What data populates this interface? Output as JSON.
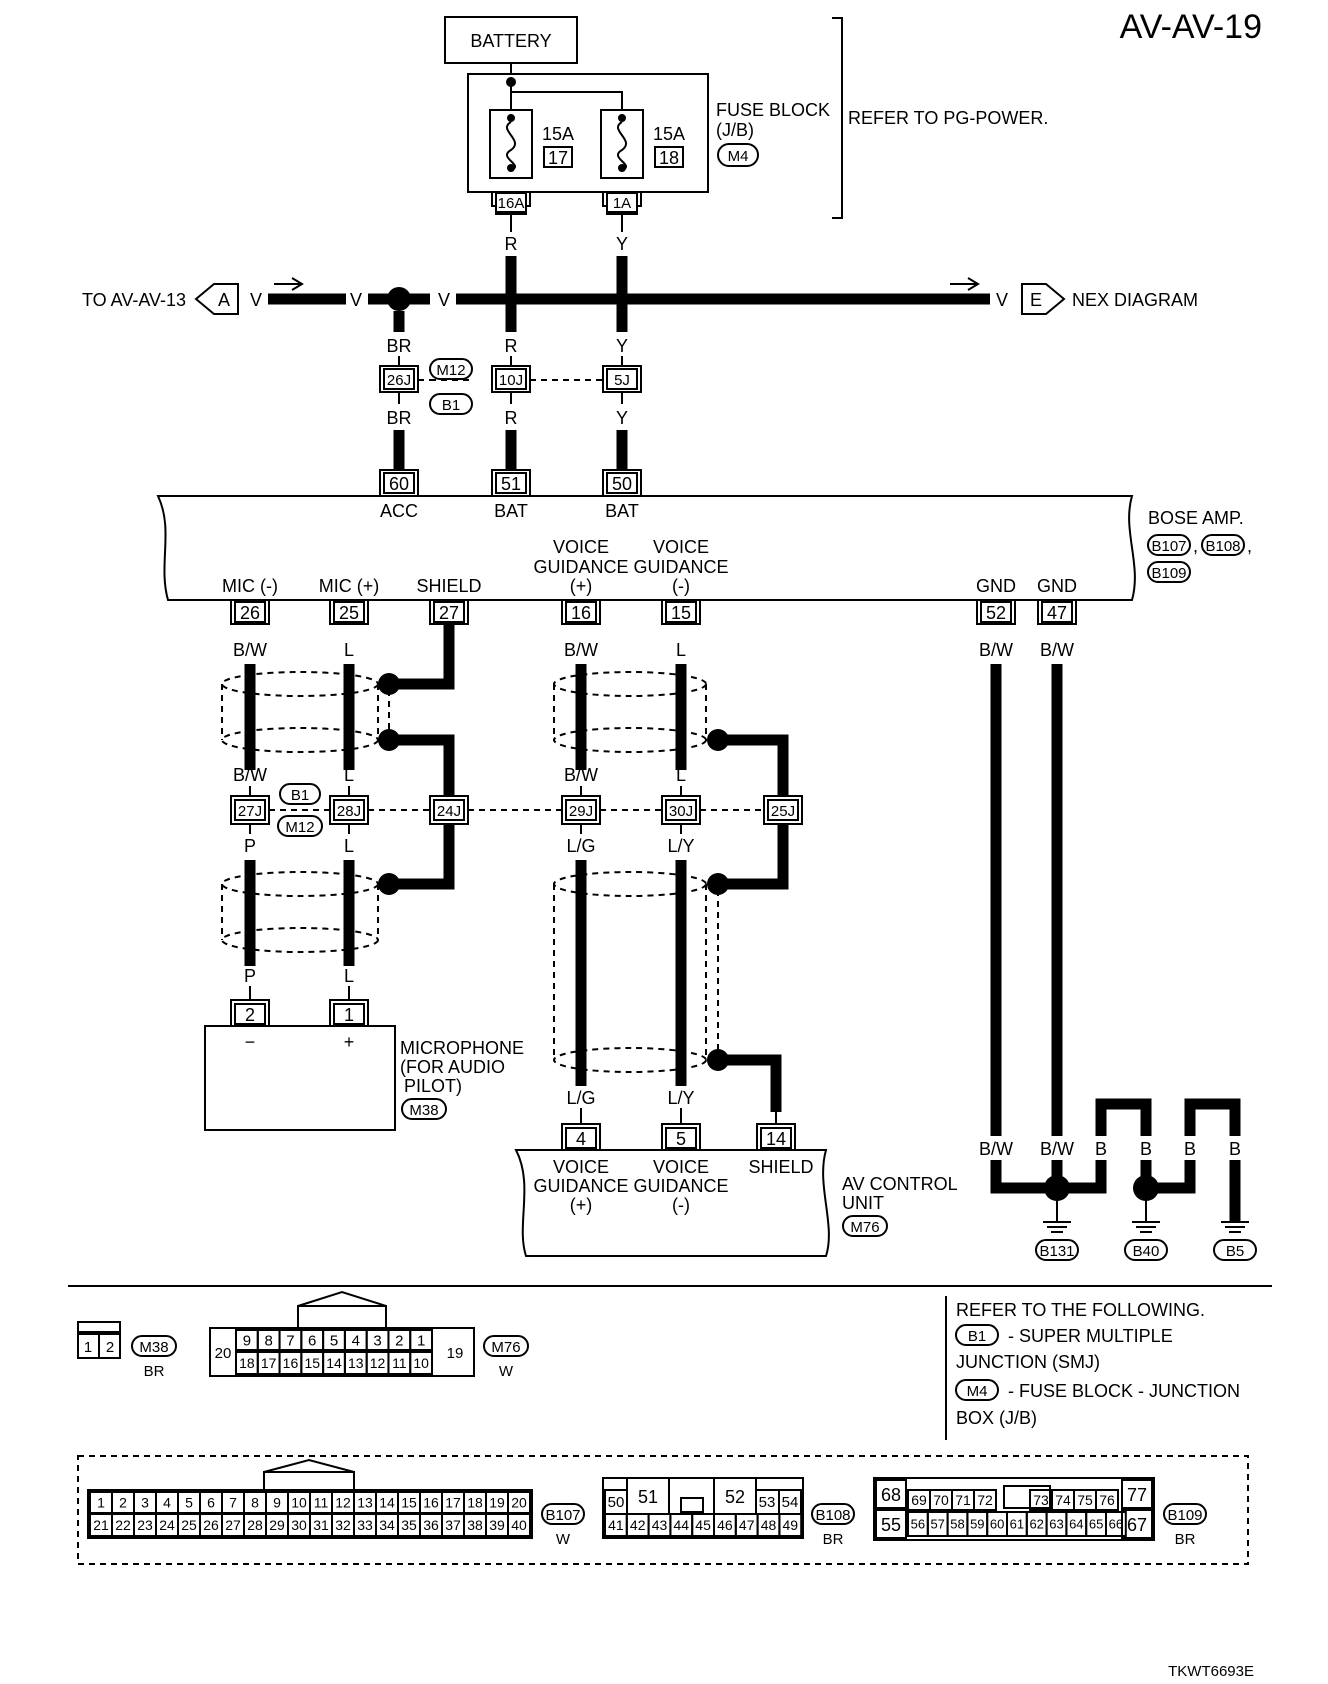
{
  "page": {
    "title": "AV-AV-19",
    "footer_code": "TKWT6693E"
  },
  "top": {
    "battery": "BATTERY",
    "fuse_block_title": "FUSE BLOCK",
    "fuse_block_sub": "(J/B)",
    "fuse_block_conn": "M4",
    "refer": "REFER TO PG-POWER.",
    "fuse1": {
      "rating": "15A",
      "num": "17",
      "terminal": "16A",
      "wire": "R"
    },
    "fuse2": {
      "rating": "15A",
      "num": "18",
      "terminal": "1A",
      "wire": "Y"
    }
  },
  "bus": {
    "left_text": "TO AV-AV-13",
    "left_marker": "A",
    "right_text": "NEX DIAGRAM",
    "right_marker": "E",
    "color": "V"
  },
  "junction_row1": {
    "conn_a": "M12",
    "conn_b": "B1",
    "terminals": [
      "26J",
      "10J",
      "5J"
    ],
    "colors_top": [
      "BR",
      "R",
      "Y"
    ],
    "colors_bottom": [
      "BR",
      "R",
      "Y"
    ]
  },
  "bose_amp": {
    "name": "BOSE AMP.",
    "connectors": [
      "B107",
      "B108",
      "B109"
    ],
    "top_pins": [
      {
        "num": "60",
        "label": "ACC"
      },
      {
        "num": "51",
        "label": "BAT"
      },
      {
        "num": "50",
        "label": "BAT"
      }
    ],
    "bottom_pins": [
      {
        "num": "26",
        "label": "MIC (-)",
        "wire": "B/W"
      },
      {
        "num": "25",
        "label": "MIC (+)",
        "wire": "L"
      },
      {
        "num": "27",
        "label": "SHIELD",
        "wire": ""
      },
      {
        "num": "16",
        "label1": "VOICE",
        "label2": "GUIDANCE",
        "label3": "(+)",
        "wire": "B/W"
      },
      {
        "num": "15",
        "label1": "VOICE",
        "label2": "GUIDANCE",
        "label3": "(-)",
        "wire": "L"
      },
      {
        "num": "52",
        "label": "GND",
        "wire": "B/W"
      },
      {
        "num": "47",
        "label": "GND",
        "wire": "B/W"
      }
    ]
  },
  "junction_row2": {
    "conn_a": "B1",
    "conn_b": "M12",
    "terminals": [
      "27J",
      "28J",
      "24J",
      "29J",
      "30J",
      "25J"
    ],
    "colors_above": [
      "B/W",
      "L",
      "",
      "B/W",
      "L",
      ""
    ],
    "colors_below": [
      "P",
      "L",
      "",
      "L/G",
      "L/Y",
      ""
    ]
  },
  "microphone": {
    "name1": "MICROPHONE",
    "name2": "(FOR AUDIO",
    "name3": "PILOT)",
    "conn": "M38",
    "pins": [
      {
        "num": "2",
        "sign": "−",
        "wire": "P"
      },
      {
        "num": "1",
        "sign": "+",
        "wire": "L"
      }
    ]
  },
  "av_unit": {
    "name1": "AV CONTROL",
    "name2": "UNIT",
    "conn": "M76",
    "pins": [
      {
        "num": "4",
        "label1": "VOICE",
        "label2": "GUIDANCE",
        "label3": "(+)",
        "wire": "L/G"
      },
      {
        "num": "5",
        "label1": "VOICE",
        "label2": "GUIDANCE",
        "label3": "(-)",
        "wire": "L/Y"
      },
      {
        "num": "14",
        "label1": "SHIELD",
        "label2": "",
        "label3": "",
        "wire": ""
      }
    ]
  },
  "grounds": {
    "wires": [
      "B/W",
      "B/W",
      "B",
      "B",
      "B",
      "B"
    ],
    "points": [
      "B131",
      "B40",
      "B5"
    ]
  },
  "legend": {
    "heading": "REFER TO THE FOLLOWING.",
    "items": [
      {
        "conn": "B1",
        "text1": "- SUPER MULTIPLE",
        "text2": "JUNCTION (SMJ)"
      },
      {
        "conn": "M4",
        "text1": "- FUSE BLOCK - JUNCTION",
        "text2": "BOX (J/B)"
      }
    ]
  },
  "connector_faces": {
    "m38": {
      "conn": "M38",
      "color": "BR",
      "pins": [
        "1",
        "2"
      ]
    },
    "m76": {
      "conn": "M76",
      "color": "W",
      "top": [
        "9",
        "8",
        "7",
        "6",
        "5",
        "4",
        "3",
        "2",
        "1"
      ],
      "bottom": [
        "18",
        "17",
        "16",
        "15",
        "14",
        "13",
        "12",
        "11",
        "10"
      ],
      "left": "20",
      "right": "19"
    },
    "b107": {
      "conn": "B107",
      "color": "W",
      "top": [
        "1",
        "2",
        "3",
        "4",
        "5",
        "6",
        "7",
        "8",
        "9",
        "10",
        "11",
        "12",
        "13",
        "14",
        "15",
        "16",
        "17",
        "18",
        "19",
        "20"
      ],
      "bottom": [
        "21",
        "22",
        "23",
        "24",
        "25",
        "26",
        "27",
        "28",
        "29",
        "30",
        "31",
        "32",
        "33",
        "34",
        "35",
        "36",
        "37",
        "38",
        "39",
        "40"
      ]
    },
    "b108": {
      "conn": "B108",
      "color": "BR",
      "top_left": "50",
      "big1": "51",
      "big2": "52",
      "top_right": [
        "53",
        "54"
      ],
      "bottom": [
        "41",
        "42",
        "43",
        "44",
        "45",
        "46",
        "47",
        "48",
        "49"
      ]
    },
    "b109": {
      "conn": "B109",
      "color": "BR",
      "big_tl": "68",
      "big_bl": "55",
      "big_tr": "77",
      "big_br": "67",
      "top_a": [
        "69",
        "70",
        "71",
        "72"
      ],
      "top_b": [
        "73",
        "74",
        "75",
        "76"
      ],
      "bottom": [
        "56",
        "57",
        "58",
        "59",
        "60",
        "61",
        "62",
        "63",
        "64",
        "65",
        "66"
      ]
    }
  }
}
